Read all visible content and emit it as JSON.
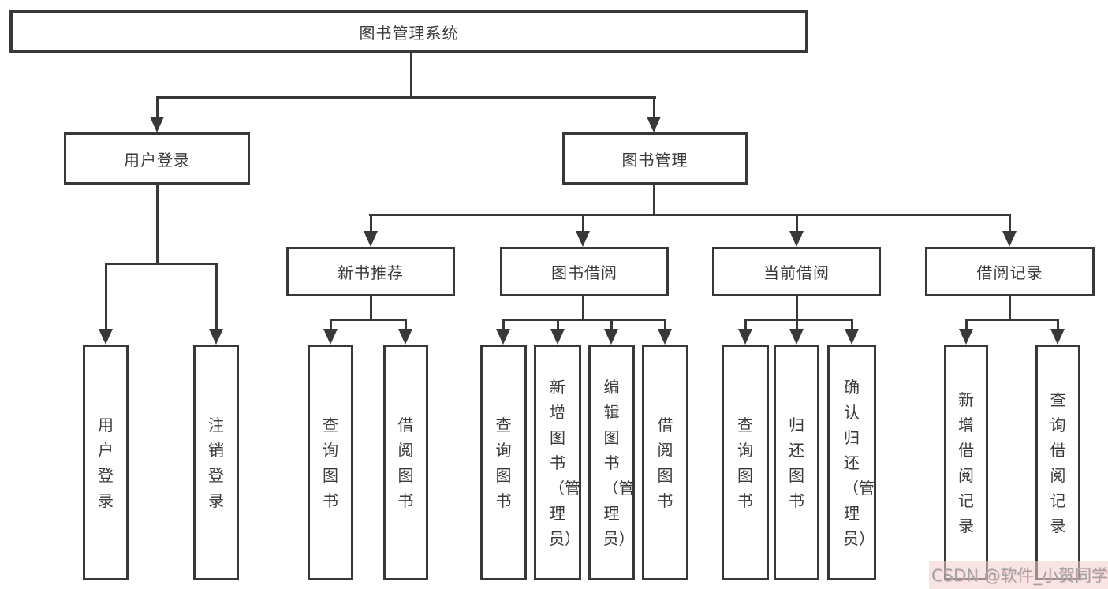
{
  "tree": {
    "root": "图书管理系统",
    "branches": [
      {
        "label": "用户登录",
        "leaves": [
          "用户登录",
          "注销登录"
        ]
      },
      {
        "label": "图书管理",
        "groups": [
          {
            "label": "新书推荐",
            "leaves": [
              "查询图书",
              "借阅图书"
            ]
          },
          {
            "label": "图书借阅",
            "leaves": [
              "查询图书",
              "新增图书（管理员）",
              "编辑图书（管理员）",
              "借阅图书"
            ]
          },
          {
            "label": "当前借阅",
            "leaves": [
              "查询图书",
              "归还图书",
              "确认归还（管理员）"
            ]
          },
          {
            "label": "借阅记录",
            "leaves": [
              "新增借阅记录",
              "查询借阅记录"
            ]
          }
        ]
      }
    ]
  },
  "watermark": "CSDN @软件_小贺同学",
  "colors": {
    "line": "#383838",
    "text": "#3a3a3a",
    "background": "#ffffff",
    "watermark_text": "#a2a2a6",
    "watermark_bg": "#f4cdcd"
  }
}
